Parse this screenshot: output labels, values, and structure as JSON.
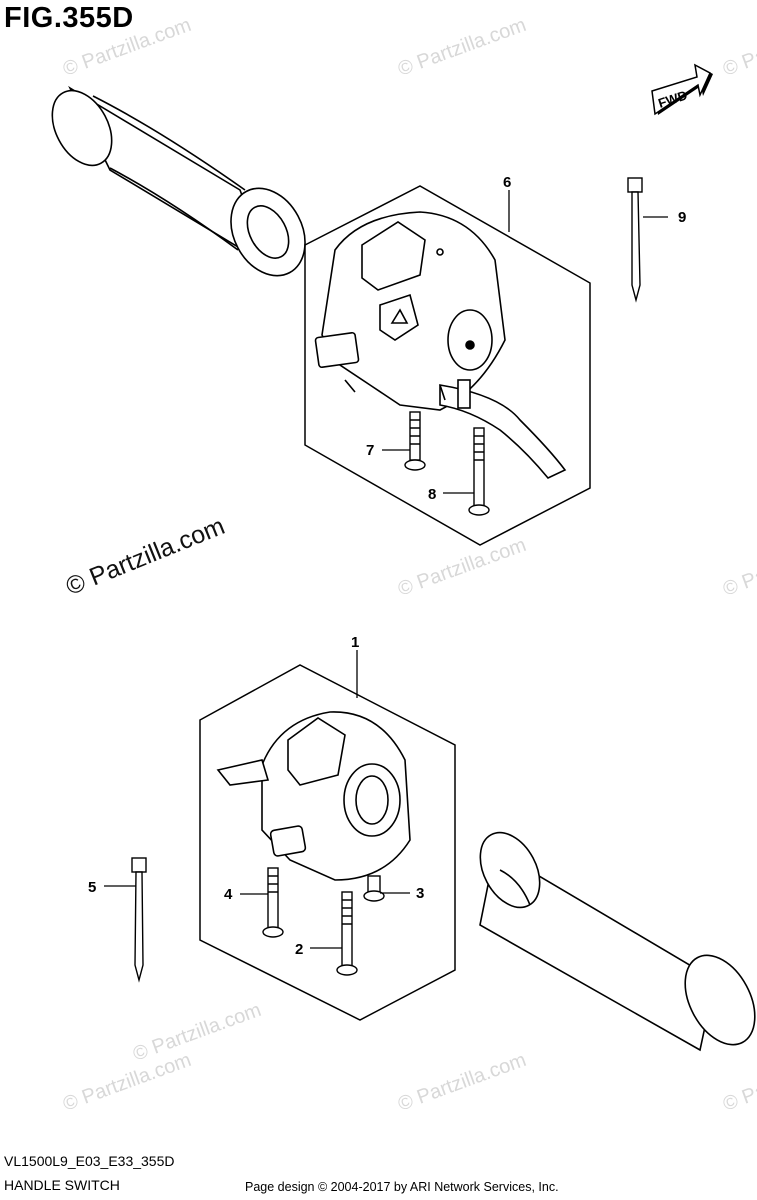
{
  "figure": {
    "title": "FIG.355D",
    "model_code": "VL1500L9_E03_E33_355D",
    "section_name": "HANDLE SWITCH"
  },
  "direction_marker": {
    "label": "FWD",
    "icon": "forward-arrow-icon"
  },
  "callouts": [
    {
      "number": "1"
    },
    {
      "number": "2"
    },
    {
      "number": "3"
    },
    {
      "number": "4"
    },
    {
      "number": "5"
    },
    {
      "number": "6"
    },
    {
      "number": "7"
    },
    {
      "number": "8"
    },
    {
      "number": "9"
    }
  ],
  "watermark": {
    "text": "© Partzilla.com"
  },
  "footer": {
    "copyright": "Page design © 2004-2017 by ARI Network Services, Inc."
  }
}
